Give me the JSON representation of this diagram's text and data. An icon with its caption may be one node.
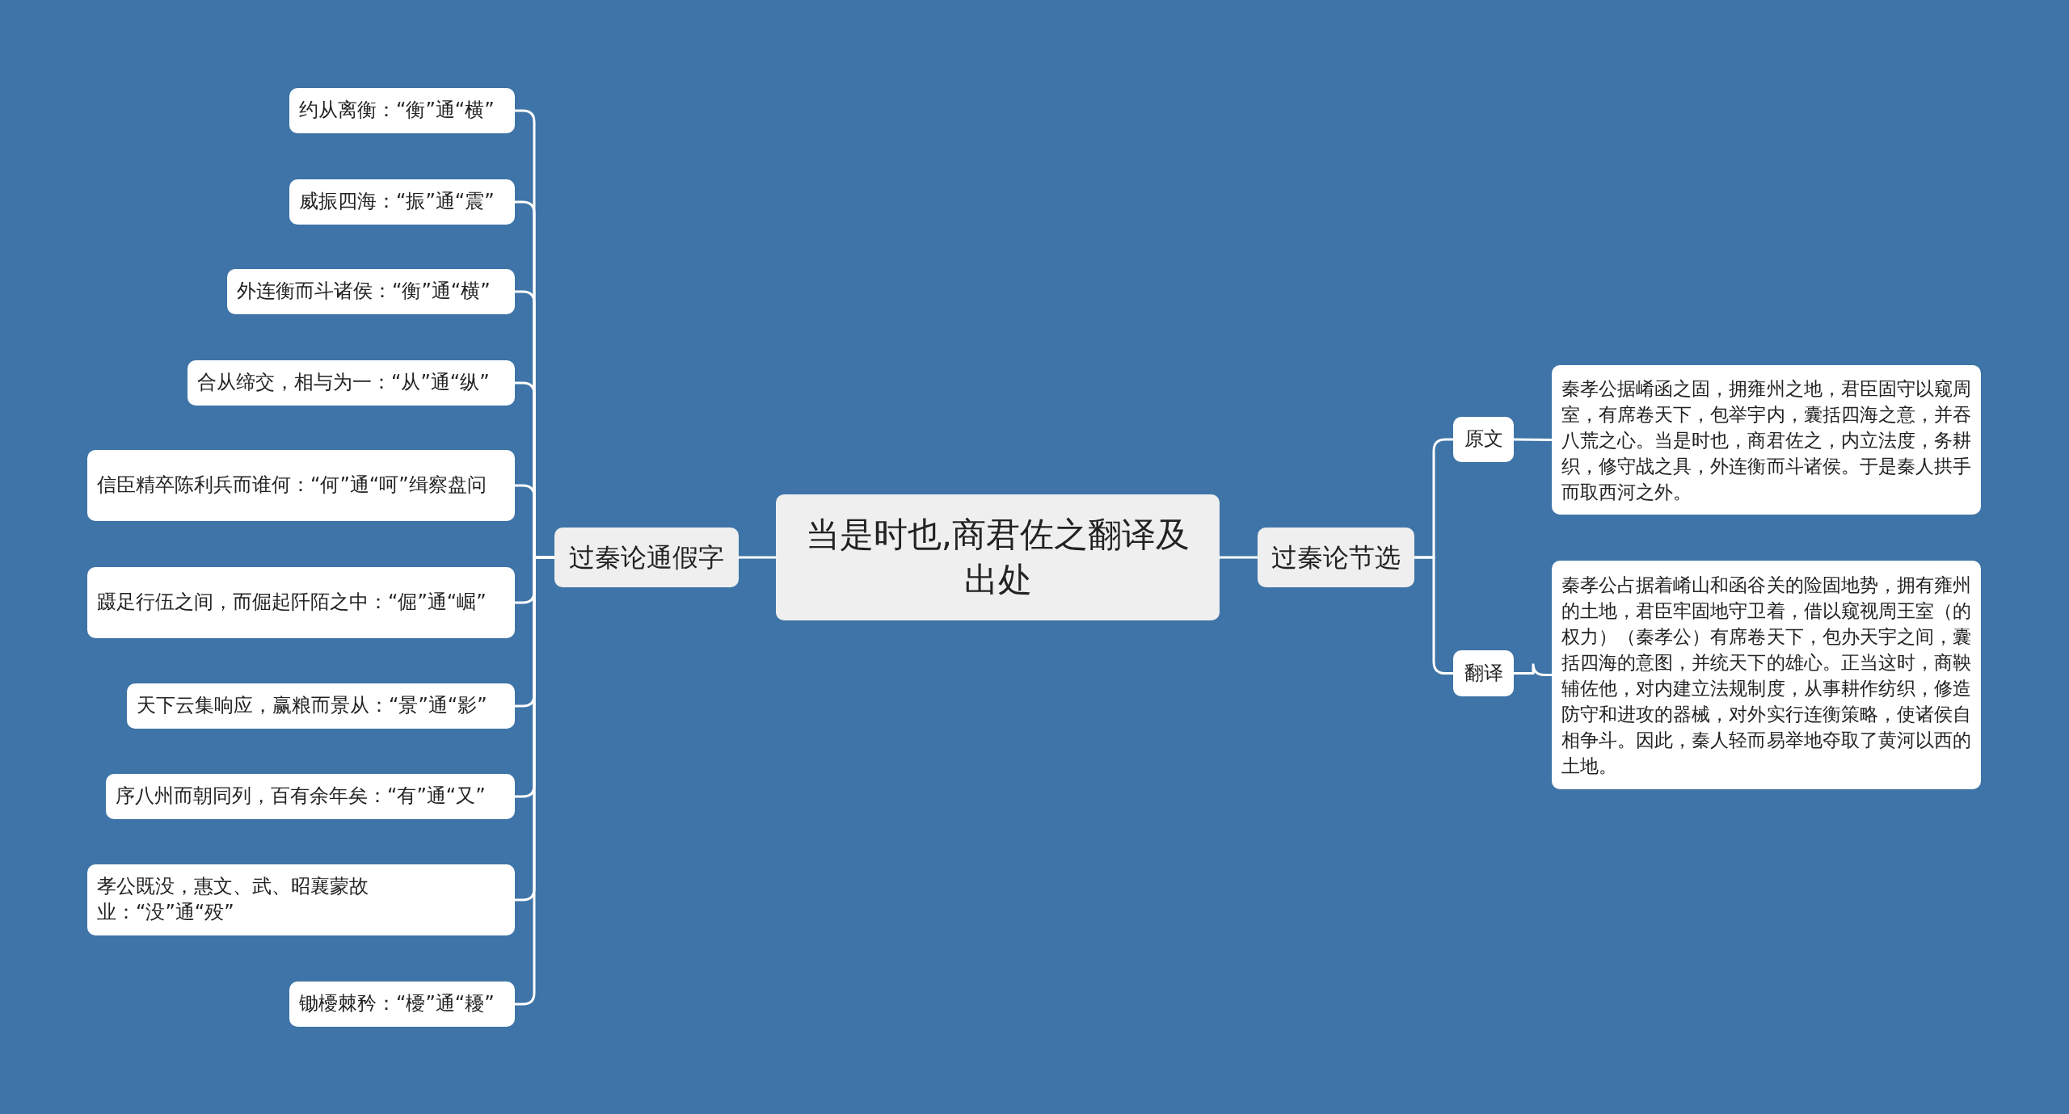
{
  "diagram": {
    "nodes": [
      {
        "text": [
          "当是时也,商君佐之翻译及出处"
        ]
      },
      {
        "text": [
          "过秦论通假字"
        ]
      },
      {
        "text": [
          "约从离衡：“衡”通“横”"
        ]
      },
      {
        "text": [
          "威振四海：“振”通“震”"
        ]
      },
      {
        "text": [
          "外连衡而斗诸侯：“衡”通“横”"
        ]
      },
      {
        "text": [
          "合从缔交，相与为一：“从”通“纵”"
        ]
      },
      {
        "text": [
          "信臣精卒陈利兵而谁何：“何”通“呵”缉察盘问"
        ]
      },
      {
        "text": [
          "蹑足行伍之间，而倔起阡陌之中：“倔”通“崛”"
        ]
      },
      {
        "text": [
          "天下云集响应，赢粮而景从：“景”通“影”"
        ]
      },
      {
        "text": [
          "序八州而朝同列，百有余年矣：“有”通“又”"
        ]
      },
      {
        "text": [
          "孝公既没，惠文、武、昭襄蒙故业：“没”通“殁”"
        ]
      },
      {
        "text": [
          "锄櫌棘矜：“櫌”通“耰”"
        ]
      },
      {
        "text": [
          "过秦论节选"
        ]
      },
      {
        "text": [
          "原文"
        ]
      },
      {
        "text": [
          "秦孝公据崤函之固，拥雍州之地，君臣固守以窥周室，有席卷天下，包举宇内，囊括四海之意，并吞八荒之心。当是时也，商君佐之，内立法度，务耕织，修守战之具，外连衡而斗诸侯。于是秦人拱手而取西河之外。"
        ]
      },
      {
        "text": [
          "翻译"
        ]
      },
      {
        "text": [
          "秦孝公占据着崤山和函谷关的险固地势，拥有雍州的土地，君臣牢固地守卫着，借以窥视周王室（的权力）（秦孝公）有席卷天下，包办天宇之间，囊括四海的意图，并统天下的雄心。正当这时，商鞅辅佐他，对内建立法规制度，从事耕作纺织，修造防守和进攻的器械，对外实行连衡策略，使诸侯自相争斗。因此，秦人轻而易举地夺取了黄河以西的土地。"
        ]
      }
    ],
    "edges": [
      {
        "from": 0,
        "to": 1,
        "arrow": "none"
      },
      {
        "from": 1,
        "to": 2,
        "arrow": "none"
      },
      {
        "from": 1,
        "to": 3,
        "arrow": "none"
      },
      {
        "from": 1,
        "to": 4,
        "arrow": "none"
      },
      {
        "from": 1,
        "to": 5,
        "arrow": "none"
      },
      {
        "from": 1,
        "to": 6,
        "arrow": "none"
      },
      {
        "from": 1,
        "to": 7,
        "arrow": "none"
      },
      {
        "from": 1,
        "to": 8,
        "arrow": "none"
      },
      {
        "from": 1,
        "to": 9,
        "arrow": "none"
      },
      {
        "from": 1,
        "to": 10,
        "arrow": "none"
      },
      {
        "from": 1,
        "to": 11,
        "arrow": "none"
      },
      {
        "from": 0,
        "to": 12,
        "arrow": "none"
      },
      {
        "from": 12,
        "to": 13,
        "arrow": "none"
      },
      {
        "from": 12,
        "to": 15,
        "arrow": "none"
      },
      {
        "from": 13,
        "to": 14,
        "arrow": "none"
      },
      {
        "from": 15,
        "to": 16,
        "arrow": "none"
      }
    ]
  }
}
